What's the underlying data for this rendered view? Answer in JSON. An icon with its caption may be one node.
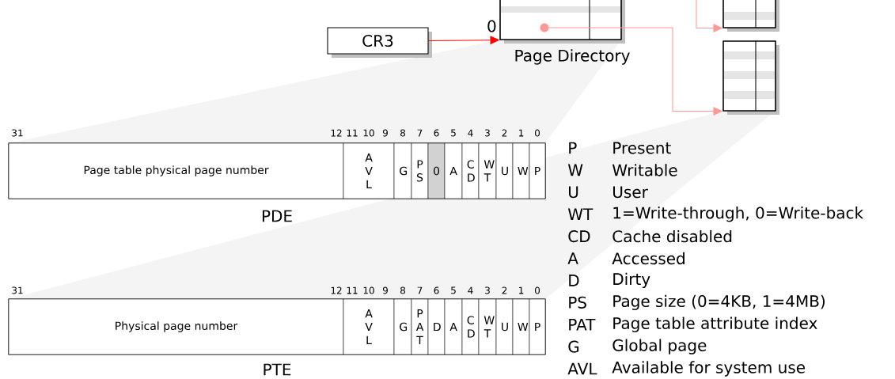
{
  "diagram": {
    "nodes": [
      {
        "text": [
          "CR3"
        ]
      },
      {
        "text": [],
        "shape": "box",
        "beside": [
          "0",
          "Page Directory"
        ]
      },
      {
        "text": [],
        "shape": "circle",
        "in": 1
      },
      {
        "text": [],
        "shape": "box"
      },
      {
        "text": [],
        "shape": "box"
      },
      {
        "text": [],
        "shape": "box",
        "beside": [
          "PDE"
        ]
      },
      {
        "text": [
          "Page table physical page number"
        ],
        "in": 5
      },
      {
        "text": [
          "A V L"
        ],
        "in": 5
      },
      {
        "text": [
          "G"
        ],
        "in": 5
      },
      {
        "text": [
          "P S"
        ],
        "in": 5
      },
      {
        "text": [
          "0"
        ],
        "in": 5
      },
      {
        "text": [
          "A"
        ],
        "in": 5
      },
      {
        "text": [
          "C D"
        ],
        "in": 5
      },
      {
        "text": [
          "W T"
        ],
        "in": 5
      },
      {
        "text": [
          "U"
        ],
        "in": 5
      },
      {
        "text": [
          "W"
        ],
        "in": 5
      },
      {
        "text": [
          "P"
        ],
        "in": 5
      },
      {
        "text": [],
        "shape": "box",
        "beside": [
          "PTE"
        ]
      },
      {
        "text": [
          "Physical page number"
        ],
        "in": 17
      },
      {
        "text": [
          "A V L"
        ],
        "in": 17
      },
      {
        "text": [
          "G"
        ],
        "in": 17
      },
      {
        "text": [
          "P A T"
        ],
        "in": 17
      },
      {
        "text": [
          "D"
        ],
        "in": 17
      },
      {
        "text": [
          "A"
        ],
        "in": 17
      },
      {
        "text": [
          "C D"
        ],
        "in": 17
      },
      {
        "text": [
          "W T"
        ],
        "in": 17
      },
      {
        "text": [
          "U"
        ],
        "in": 17
      },
      {
        "text": [
          "W"
        ],
        "in": 17
      },
      {
        "text": [
          "P"
        ],
        "in": 17
      }
    ],
    "edges": [
      {
        "from": 0,
        "to": 1,
        "arrow": "to",
        "color": "#ff0000"
      },
      {
        "from": 2,
        "to": 4,
        "arrow": "to",
        "color": "#ff9999"
      },
      {
        "from": null,
        "to": 3,
        "arrow": "to",
        "color": "#ff9999"
      }
    ],
    "labels": [
      "31",
      "12",
      "11",
      "10",
      "9",
      "8",
      "7",
      "6",
      "5",
      "4",
      "3",
      "2",
      "1",
      "0",
      "P",
      "Present",
      "W",
      "Writable",
      "U",
      "User",
      "WT",
      "1=Write-through, 0=Write-back",
      "CD",
      "Cache disabled",
      "A",
      "Accessed",
      "D",
      "Dirty",
      "PS",
      "Page size (0=4KB, 1=4MB)",
      "PAT",
      "Page table attribute index",
      "G",
      "Global page",
      "AVL",
      "Available for system use",
      "31",
      "12",
      "11",
      "10",
      "9",
      "8",
      "7",
      "6",
      "5",
      "4",
      "3",
      "2",
      "1",
      "0"
    ]
  }
}
